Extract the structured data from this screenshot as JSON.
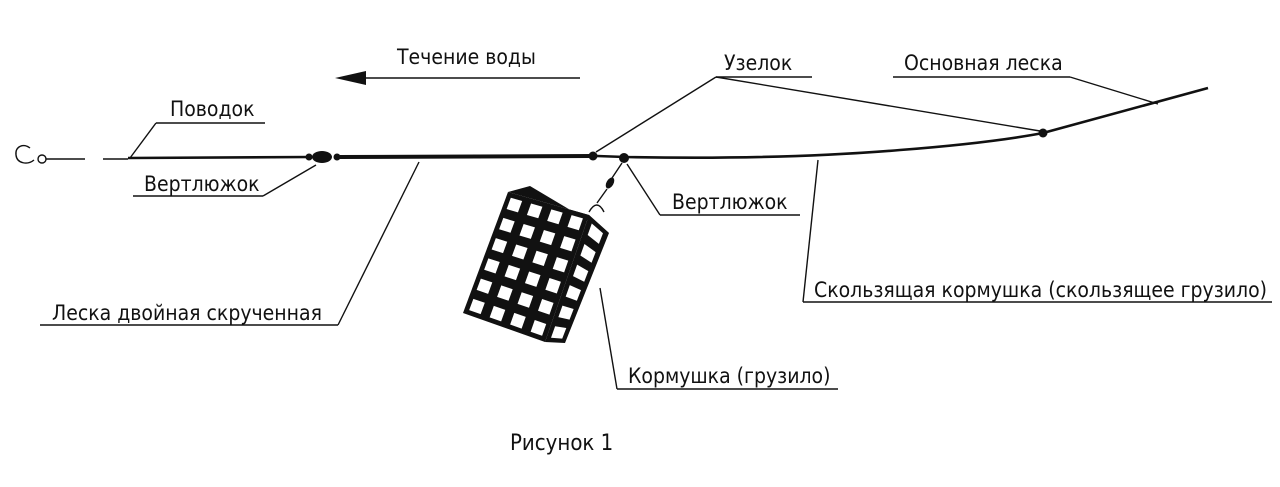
{
  "labels": {
    "water_flow": "Течение воды",
    "knot": "Узелок",
    "main_line": "Основная леска",
    "leader": "Поводок",
    "swivel_left": "Вертлюжок",
    "swivel_right": "Вертлюжок",
    "twisted_line": "Леска двойная скрученная",
    "sliding_feeder": "Скользящая кормушка (скользящее грузило)",
    "feeder": "Кормушка (грузило)"
  },
  "caption": "Рисунок 1",
  "colors": {
    "ink": "#111111",
    "background": "#ffffff"
  }
}
